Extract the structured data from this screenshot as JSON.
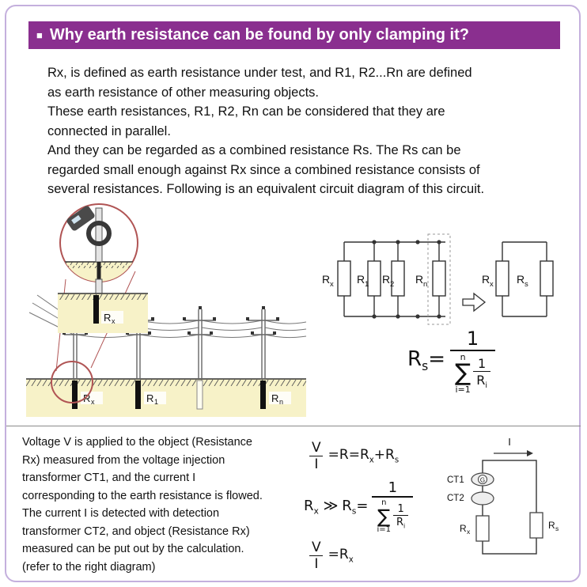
{
  "colors": {
    "header_bg": "#8a2f8f",
    "page_border": "#c4b0dd",
    "ground_fill": "#f7f2c8",
    "highlight_circle": "#b05454"
  },
  "header": {
    "bullet": "■",
    "title": "Why earth resistance can be found by only clamping it?"
  },
  "intro": {
    "lines": [
      "Rx, is defined as earth resistance under test, and R1, R2...Rn are defined",
      "as earth resistance of other measuring objects.",
      "These earth resistances, R1, R2, Rn can be considered that they are",
      "connected in parallel.",
      "And they can be regarded as a combined resistance Rs. The Rs can be",
      "regarded small enough against Rx since a combined resistance consists of",
      "several resistances. Following is an equivalent circuit diagram of this circuit."
    ]
  },
  "scene": {
    "rx_mag": {
      "base": "R",
      "sub": "x"
    },
    "rx": {
      "base": "R",
      "sub": "x"
    },
    "r1": {
      "base": "R",
      "sub": "1"
    },
    "rn": {
      "base": "R",
      "sub": "n"
    }
  },
  "parallel": {
    "rx": {
      "base": "R",
      "sub": "x"
    },
    "r1": {
      "base": "R",
      "sub": "1"
    },
    "r2": {
      "base": "R",
      "sub": "2"
    },
    "rn": {
      "base": "R",
      "sub": "n"
    },
    "eq_rx": {
      "base": "R",
      "sub": "x"
    },
    "eq_rs": {
      "base": "R",
      "sub": "s"
    }
  },
  "formula_rs": {
    "lhs_base": "R",
    "lhs_sub": "s",
    "eq": "=",
    "num": "1",
    "sum_top": "n",
    "sigma": "∑",
    "sum_bot": "i=1",
    "inner_num": "1",
    "inner_den_base": "R",
    "inner_den_sub": "i"
  },
  "note": {
    "lines": [
      "Voltage V is applied to the object (Resistance",
      "Rx) measured from the voltage injection",
      "transformer CT1, and the current I",
      "corresponding to the earth resistance is flowed.",
      "The current I is detected with detection",
      "transformer CT2, and object (Resistance Rx)",
      "measured can be put out by the calculation.",
      "(refer to the right diagram)"
    ]
  },
  "formulas": {
    "f1": {
      "num": "V",
      "den": "I",
      "p1": "=R=R",
      "p1sub": "x",
      "p2": "+R",
      "p2sub": "s"
    },
    "f2": {
      "lhs_base": "R",
      "lhs_sub": "x",
      "gg": "≫",
      "rs_base": "R",
      "rs_sub": "s",
      "eq": "=",
      "num": "1",
      "sum_top": "n",
      "sigma": "∑",
      "sum_bot": "i=1",
      "inner_num": "1",
      "inner_den_base": "R",
      "inner_den_sub": "i"
    },
    "f3": {
      "num": "V",
      "den": "I",
      "p1": "=R",
      "p1sub": "x"
    }
  },
  "detector": {
    "current": "I",
    "ct1": "CT1",
    "ct2": "CT2",
    "g": "G",
    "rx": {
      "base": "R",
      "sub": "x"
    },
    "rs": {
      "base": "R",
      "sub": "s"
    }
  }
}
